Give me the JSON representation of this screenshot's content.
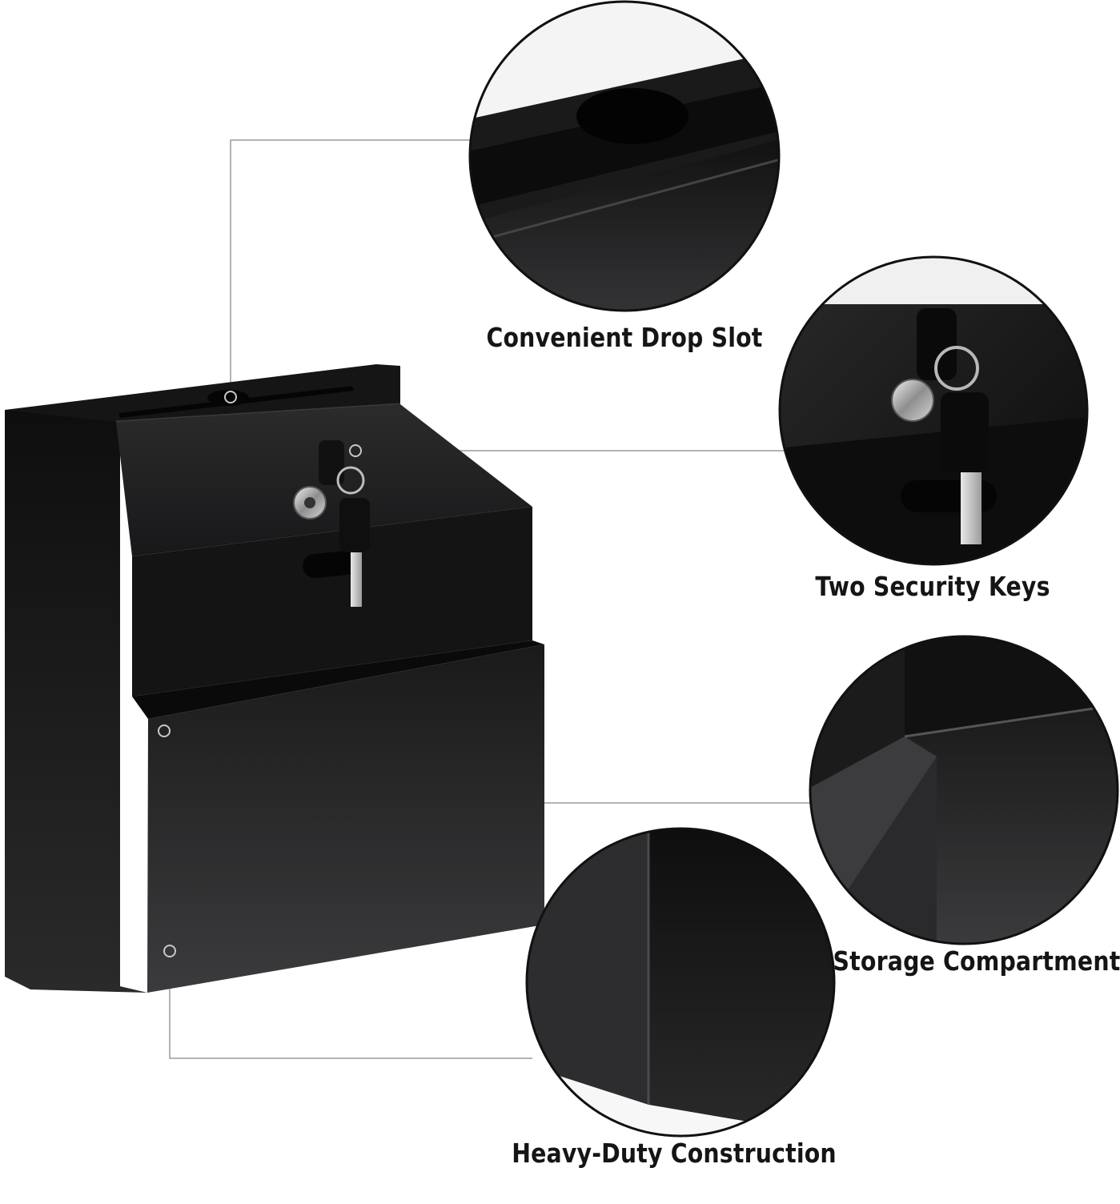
{
  "features": {
    "drop_slot": "Convenient Drop Slot",
    "security_keys": "Two Security Keys",
    "storage_compartment": "Storage Compartment",
    "heavy_duty": "Heavy-Duty Construction"
  },
  "colors": {
    "background": "#ffffff",
    "box_body": "#1e1e1f",
    "label_text": "#151515",
    "callout_line": "#9a9a9a"
  }
}
